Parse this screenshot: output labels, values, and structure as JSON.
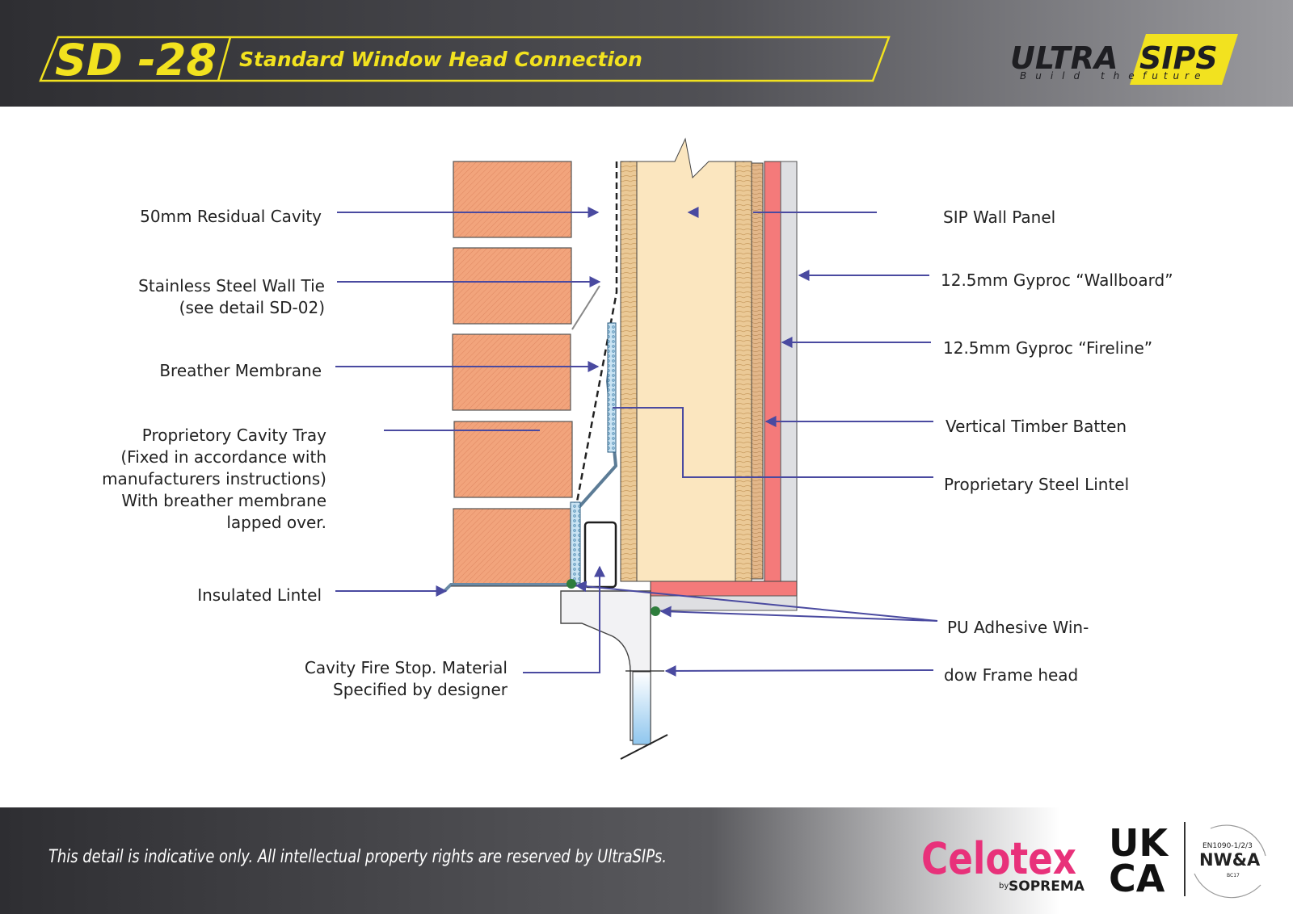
{
  "header": {
    "code": "SD -28",
    "title": "Standard Window Head Connection",
    "brand_part1": "ULTRA",
    "brand_part2": "SIPS",
    "tagline_part1": "Build the",
    "tagline_part2": "future"
  },
  "labels": {
    "residual_cavity": "50mm Residual Cavity",
    "wall_tie": "Stainless Steel Wall Tie\n(see detail SD-02)",
    "breather_membrane": "Breather Membrane",
    "cavity_tray": "Proprietory Cavity Tray\n(Fixed in accordance with\nmanufacturers instructions)\nWith breather membrane\nlapped over.",
    "insulated_lintel": "Insulated Lintel",
    "fire_stop": "Cavity Fire Stop. Material\nSpecified by designer",
    "sip_panel": "SIP Wall Panel",
    "wallboard": "12.5mm Gyproc “Wallboard”",
    "fireline": "12.5mm Gyproc “Fireline”",
    "timber_batten": "Vertical Timber Batten",
    "steel_lintel": "Proprietary Steel Lintel",
    "pu_adhesive_1": "PU Adhesive Win-",
    "pu_adhesive_2": "dow Frame head"
  },
  "footer": {
    "disclaimer": "This detail is indicative only. All intellectual property rights are reserved by UltraSIPs.",
    "celotex": "Celotex",
    "by": "by",
    "soprema": "SOPREMA",
    "ukca_top": "UK",
    "ukca_bottom": "CA",
    "cert_code": "EN1090-1/2/3",
    "cert_name": "NW&A",
    "cert_sub": "BC17"
  },
  "colors": {
    "accent_yellow": "#f2e21f",
    "brick": "#f2a47c",
    "sip_core": "#fbe6bf",
    "osb": "#e8c58f",
    "fireline": "#f47a7a",
    "wallboard": "#dedfe2",
    "leader": "#4a4aa0",
    "celotex": "#e8317a"
  }
}
